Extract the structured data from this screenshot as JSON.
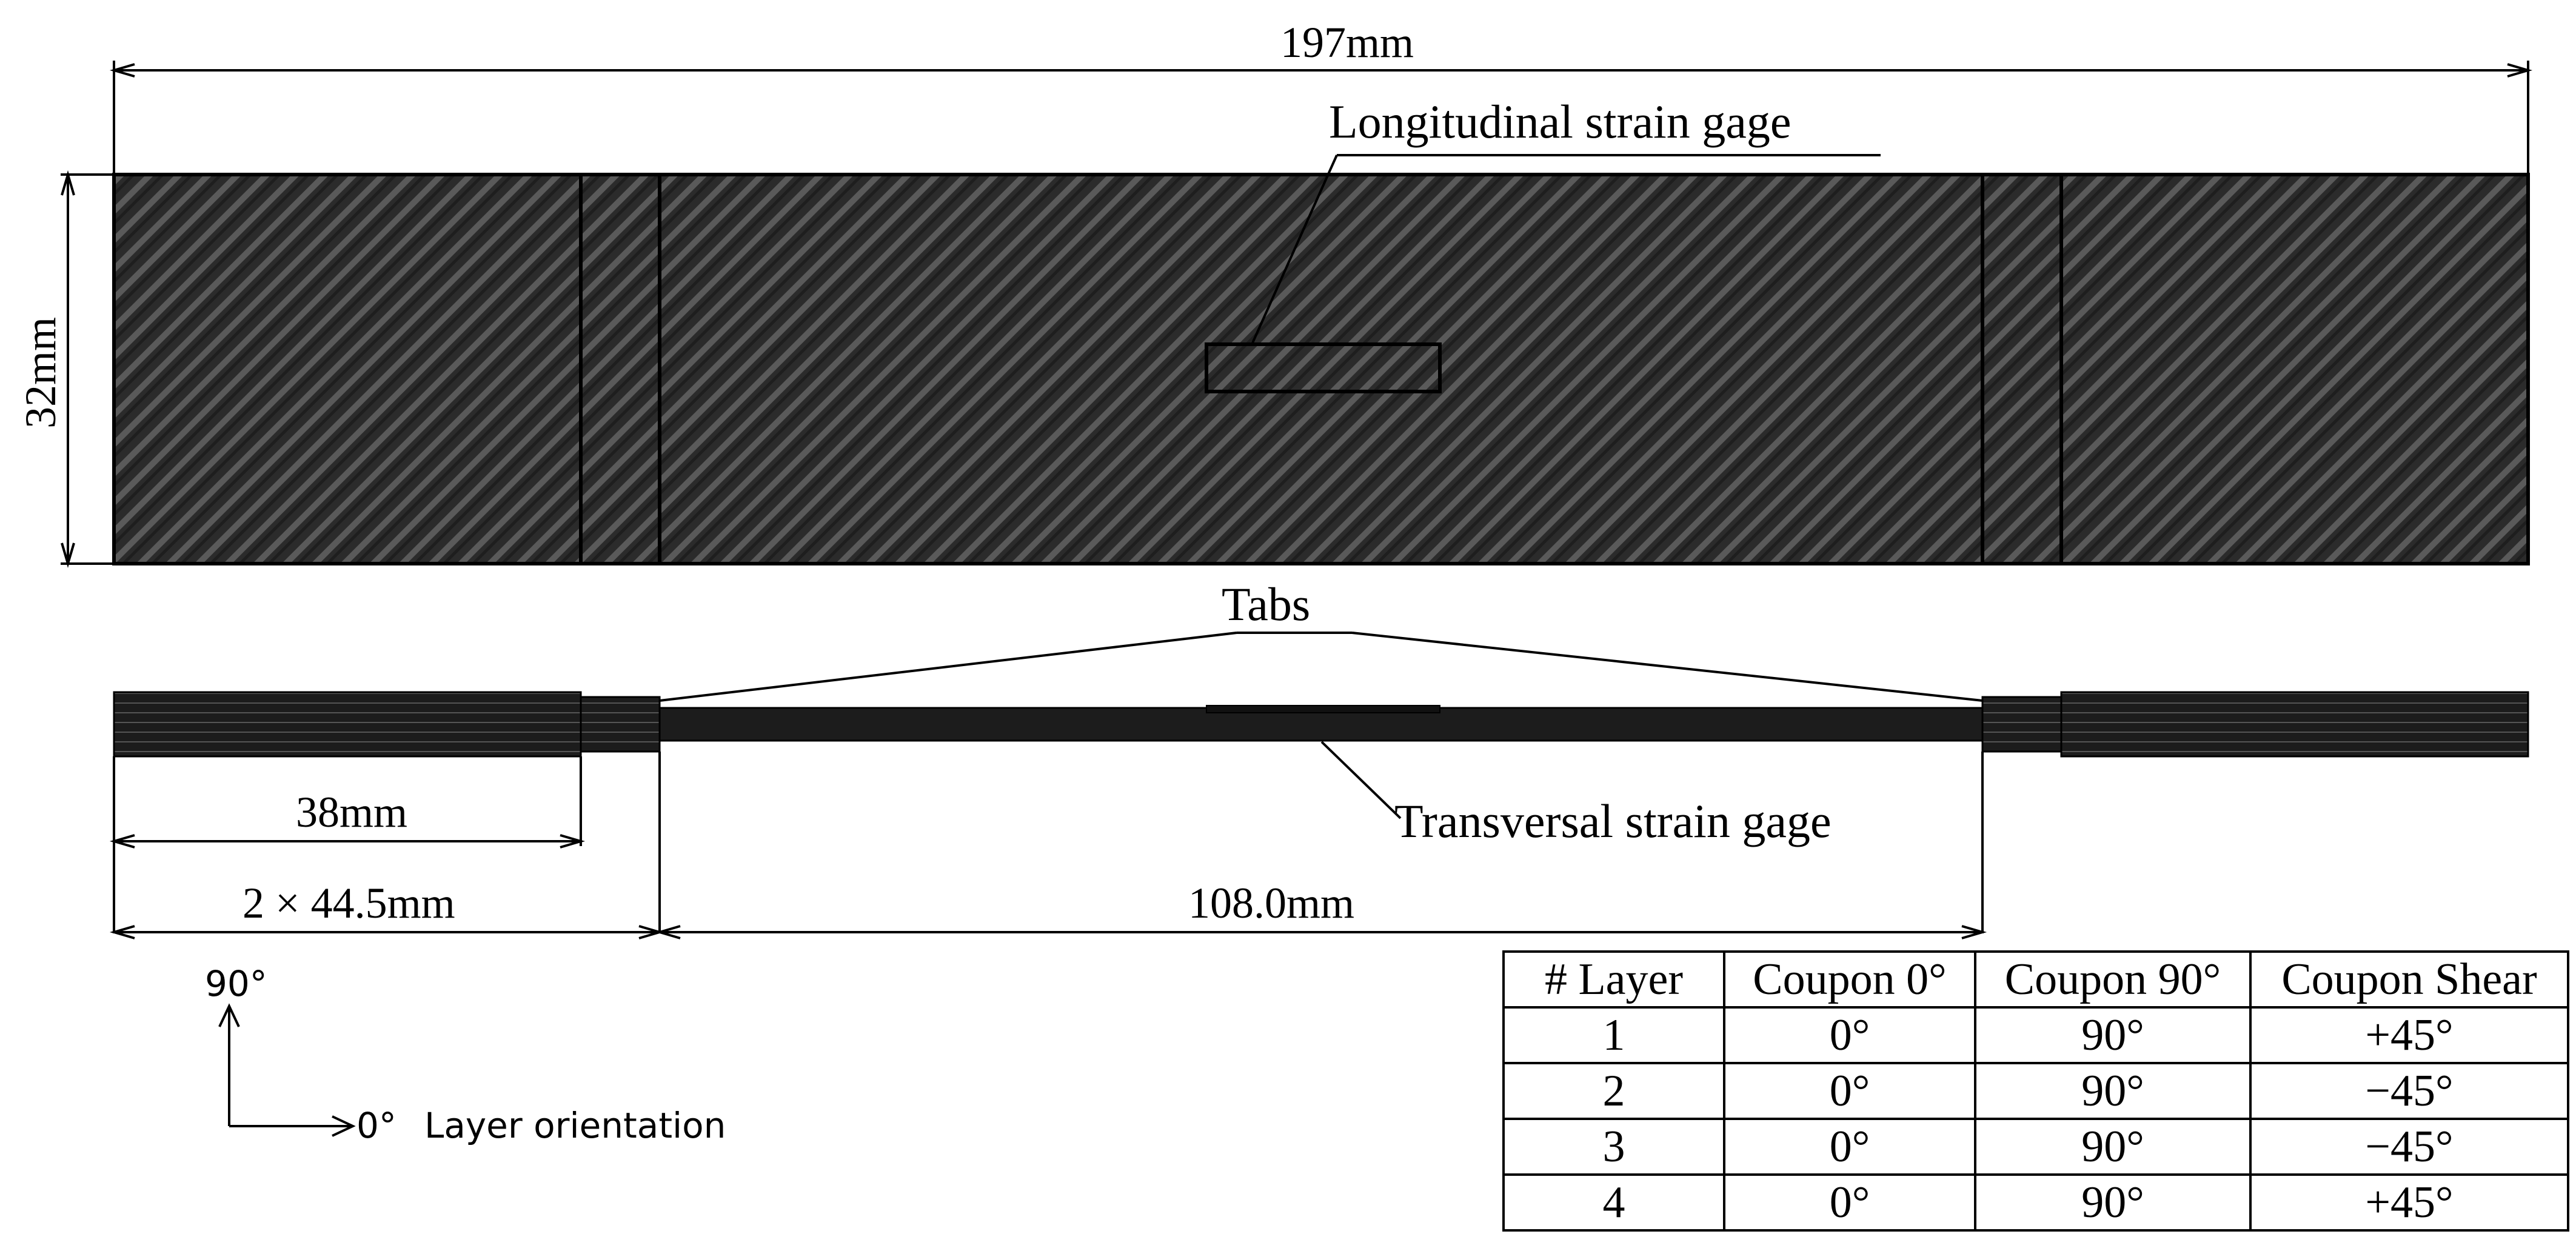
{
  "top_view": {
    "overall_length": "197mm",
    "width": "32mm",
    "longitudinal_gage_label": "Longitudinal strain gage"
  },
  "side_view": {
    "tabs_label": "Tabs",
    "transversal_gage_label": "Transversal strain gage",
    "tab_length": "38mm",
    "end_length": "2 × 44.5mm",
    "gage_section_length": "108.0mm"
  },
  "orientation_legend": {
    "up_label": "90°",
    "right_label": "0°",
    "caption": "Layer orientation"
  },
  "layup_table": {
    "headers": [
      "# Layer",
      "Coupon 0°",
      "Coupon 90°",
      "Coupon Shear"
    ],
    "rows": [
      [
        "1",
        "0°",
        "90°",
        "+45°"
      ],
      [
        "2",
        "0°",
        "90°",
        "−45°"
      ],
      [
        "3",
        "0°",
        "90°",
        "−45°"
      ],
      [
        "4",
        "0°",
        "90°",
        "+45°"
      ]
    ]
  },
  "colors": {
    "carbon_fabric": "#2b2b2b",
    "fabric_stripe": "#5a5a5a",
    "line": "#000000"
  }
}
